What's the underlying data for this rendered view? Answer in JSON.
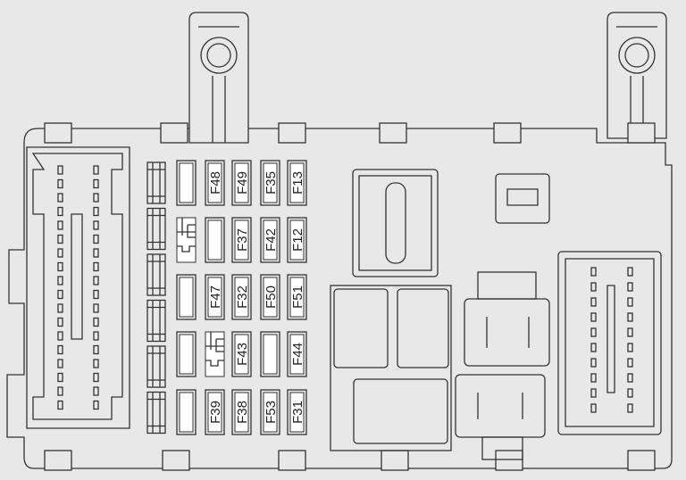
{
  "diagram": {
    "colors": {
      "background": "#e8e8e8",
      "line": "#333333"
    },
    "fuse_grid": [
      [
        "",
        "F48",
        "F49",
        "F35",
        "F13"
      ],
      [
        "relay-icon",
        "",
        "F37",
        "F42",
        "F12"
      ],
      [
        "",
        "F47",
        "F32",
        "F50",
        "F51"
      ],
      [
        "",
        "relay-icon",
        "F43",
        "",
        "F44"
      ],
      [
        "",
        "F39",
        "F38",
        "F53",
        "F31"
      ]
    ]
  }
}
